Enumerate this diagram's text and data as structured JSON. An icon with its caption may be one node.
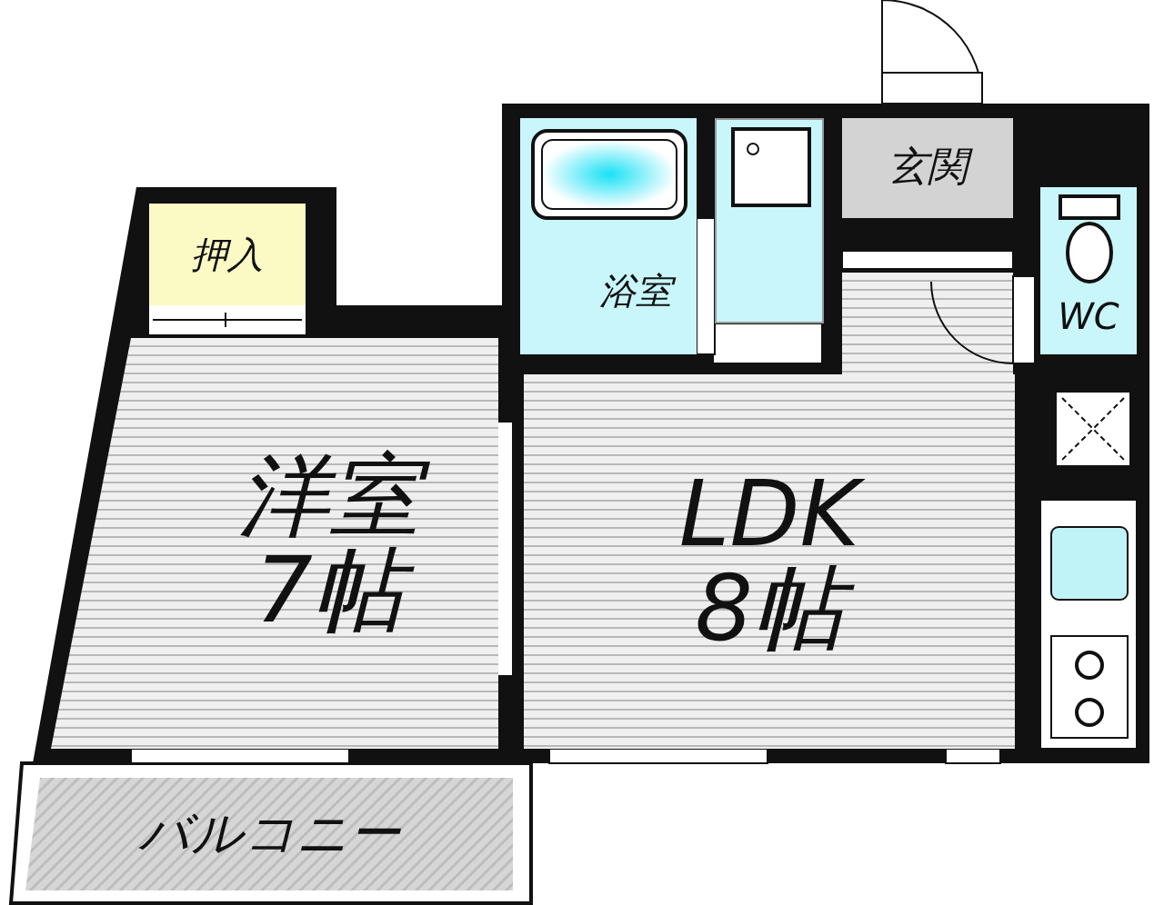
{
  "diagram": {
    "nodes": [
      {
        "text": [
          "玄関"
        ]
      },
      {
        "text": [
          "押入"
        ]
      },
      {
        "text": [
          "浴室"
        ]
      },
      {
        "text": [],
        "shape": "box"
      },
      {
        "text": [
          "WC"
        ]
      },
      {
        "text": [
          "洋室",
          "7帖"
        ]
      },
      {
        "text": [
          "LDK",
          "8帖"
        ]
      },
      {
        "text": [
          "バルコニー"
        ]
      }
    ]
  }
}
